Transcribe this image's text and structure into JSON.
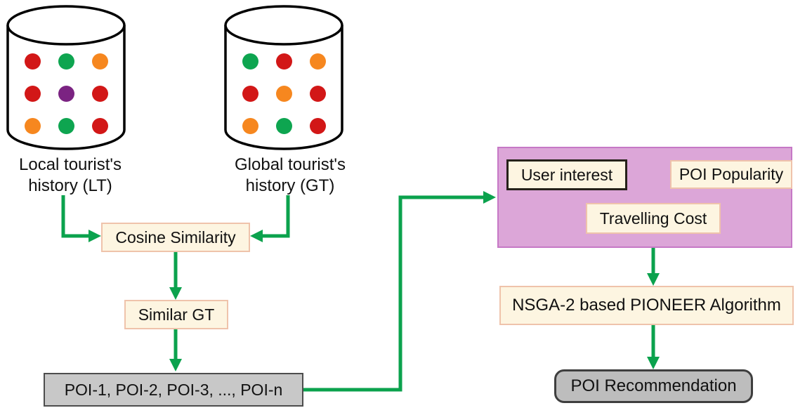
{
  "diagram": {
    "databases": {
      "lt": {
        "label": "Local tourist's\nhistory (LT)",
        "dots": [
          "#d21717",
          "#0ea550",
          "#f6871f",
          "#d21717",
          "#7b2382",
          "#d21717",
          "#f6871f",
          "#0ea550",
          "#d21717"
        ]
      },
      "gt": {
        "label": "Global tourist's\nhistory (GT)",
        "dots": [
          "#0ea550",
          "#d21717",
          "#f6871f",
          "#d21717",
          "#f6871f",
          "#d21717",
          "#f6871f",
          "#0ea550",
          "#d21717"
        ]
      }
    },
    "flow": {
      "cosine_similarity": "Cosine Similarity",
      "similar_gt": "Similar GT",
      "poi_list": "POI-1, POI-2, POI-3, ..., POI-n",
      "nsga_algorithm": "NSGA-2 based PIONEER Algorithm",
      "poi_recommendation": "POI Recommendation"
    },
    "criteria_panel": {
      "user_interest": "User interest",
      "poi_popularity": "POI Popularity",
      "travelling_cost": "Travelling Cost"
    },
    "colors": {
      "arrow_green": "#0ba24d",
      "cream_box_fill": "#fdf5e1",
      "cream_box_border": "#efc3ab",
      "pink_panel_fill": "#dca6d8",
      "pink_panel_border": "#c678c6",
      "gray_box_fill": "#c8c8c8",
      "gray_box_border": "#4d4d4d",
      "dot_red": "#d21717",
      "dot_green": "#0ea550",
      "dot_orange": "#f6871f",
      "dot_purple": "#7b2382"
    }
  }
}
